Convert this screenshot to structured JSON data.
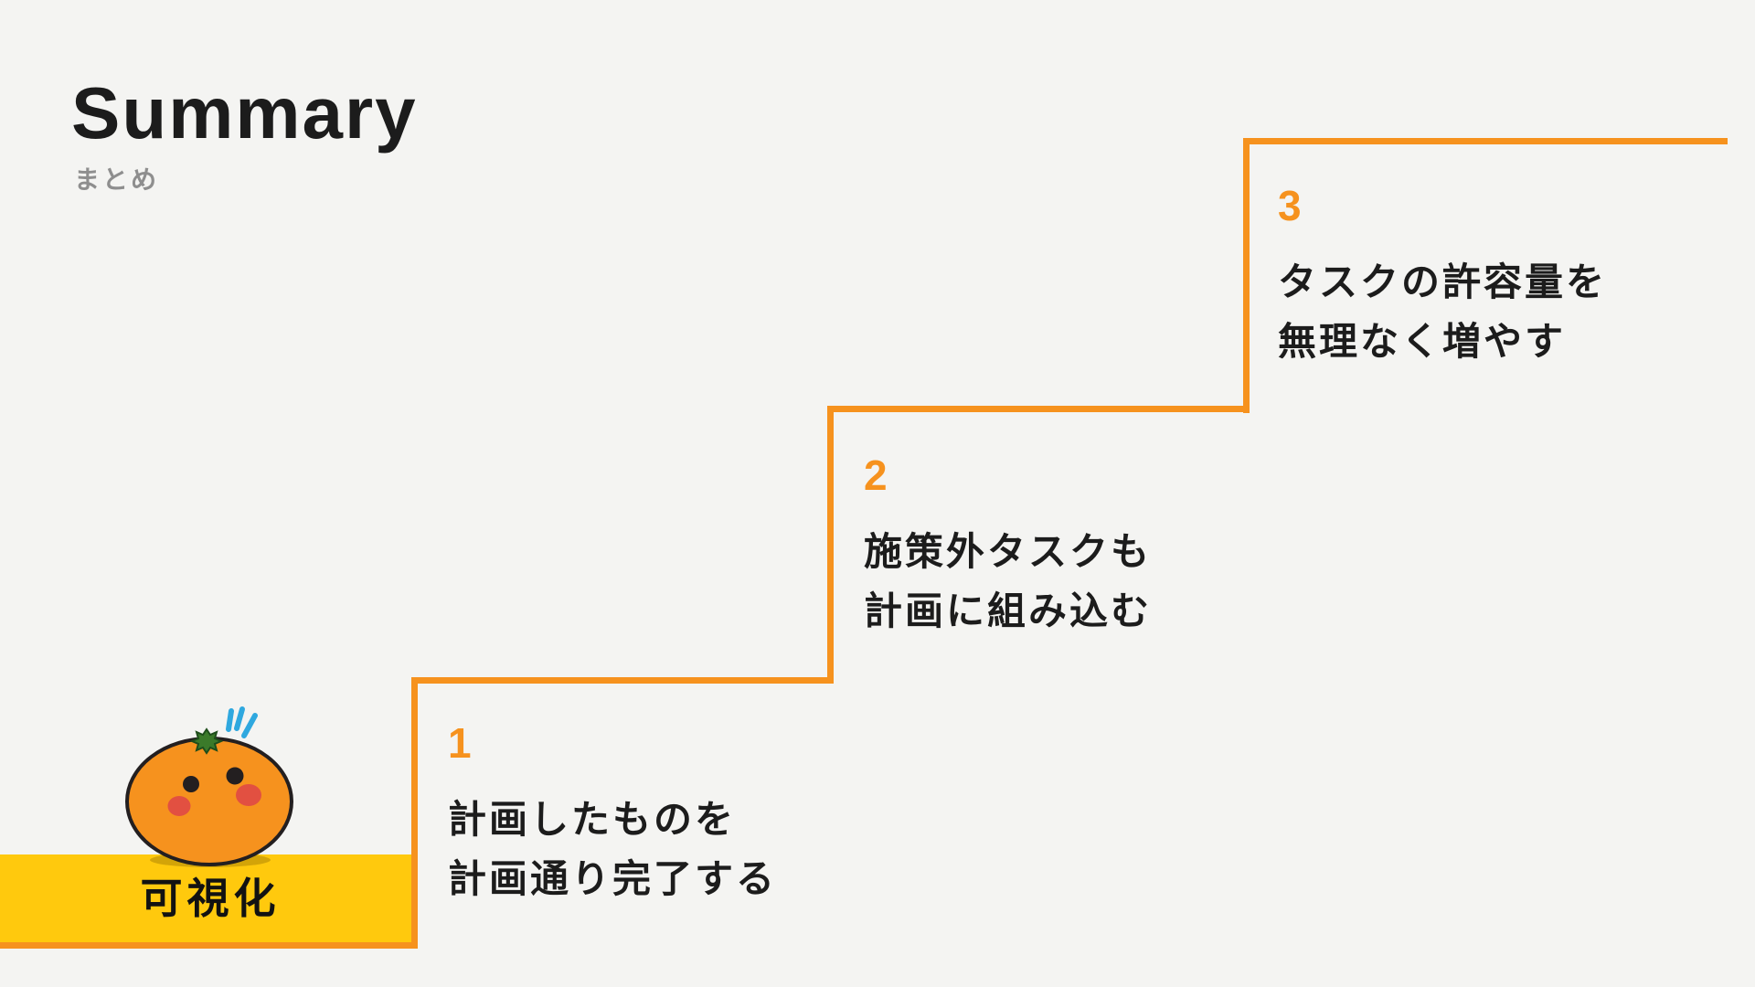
{
  "page": {
    "title": "Summary",
    "subtitle": "まとめ"
  },
  "steps": [
    {
      "number": "1",
      "lines": [
        "計画したものを",
        "計画通り完了する"
      ]
    },
    {
      "number": "2",
      "lines": [
        "施策外タスクも",
        "計画に組み込む"
      ]
    },
    {
      "number": "3",
      "lines": [
        "タスクの許容量を",
        "無理なく増やす"
      ]
    }
  ],
  "base_label": "可視化",
  "icons": {
    "mascot": "mandarin-orange-mascot"
  },
  "colors": {
    "background": "#F4F4F2",
    "accent_orange": "#F6921E",
    "highlight_yellow": "#FFC90D",
    "text_black": "#1C1C1C",
    "text_gray": "#8E8E8E",
    "mascot_body": "#F6921E",
    "mascot_cheek": "#E25041",
    "mascot_leaf": "#3B7A2A",
    "mascot_sparkle_blue": "#2FA8DF"
  }
}
